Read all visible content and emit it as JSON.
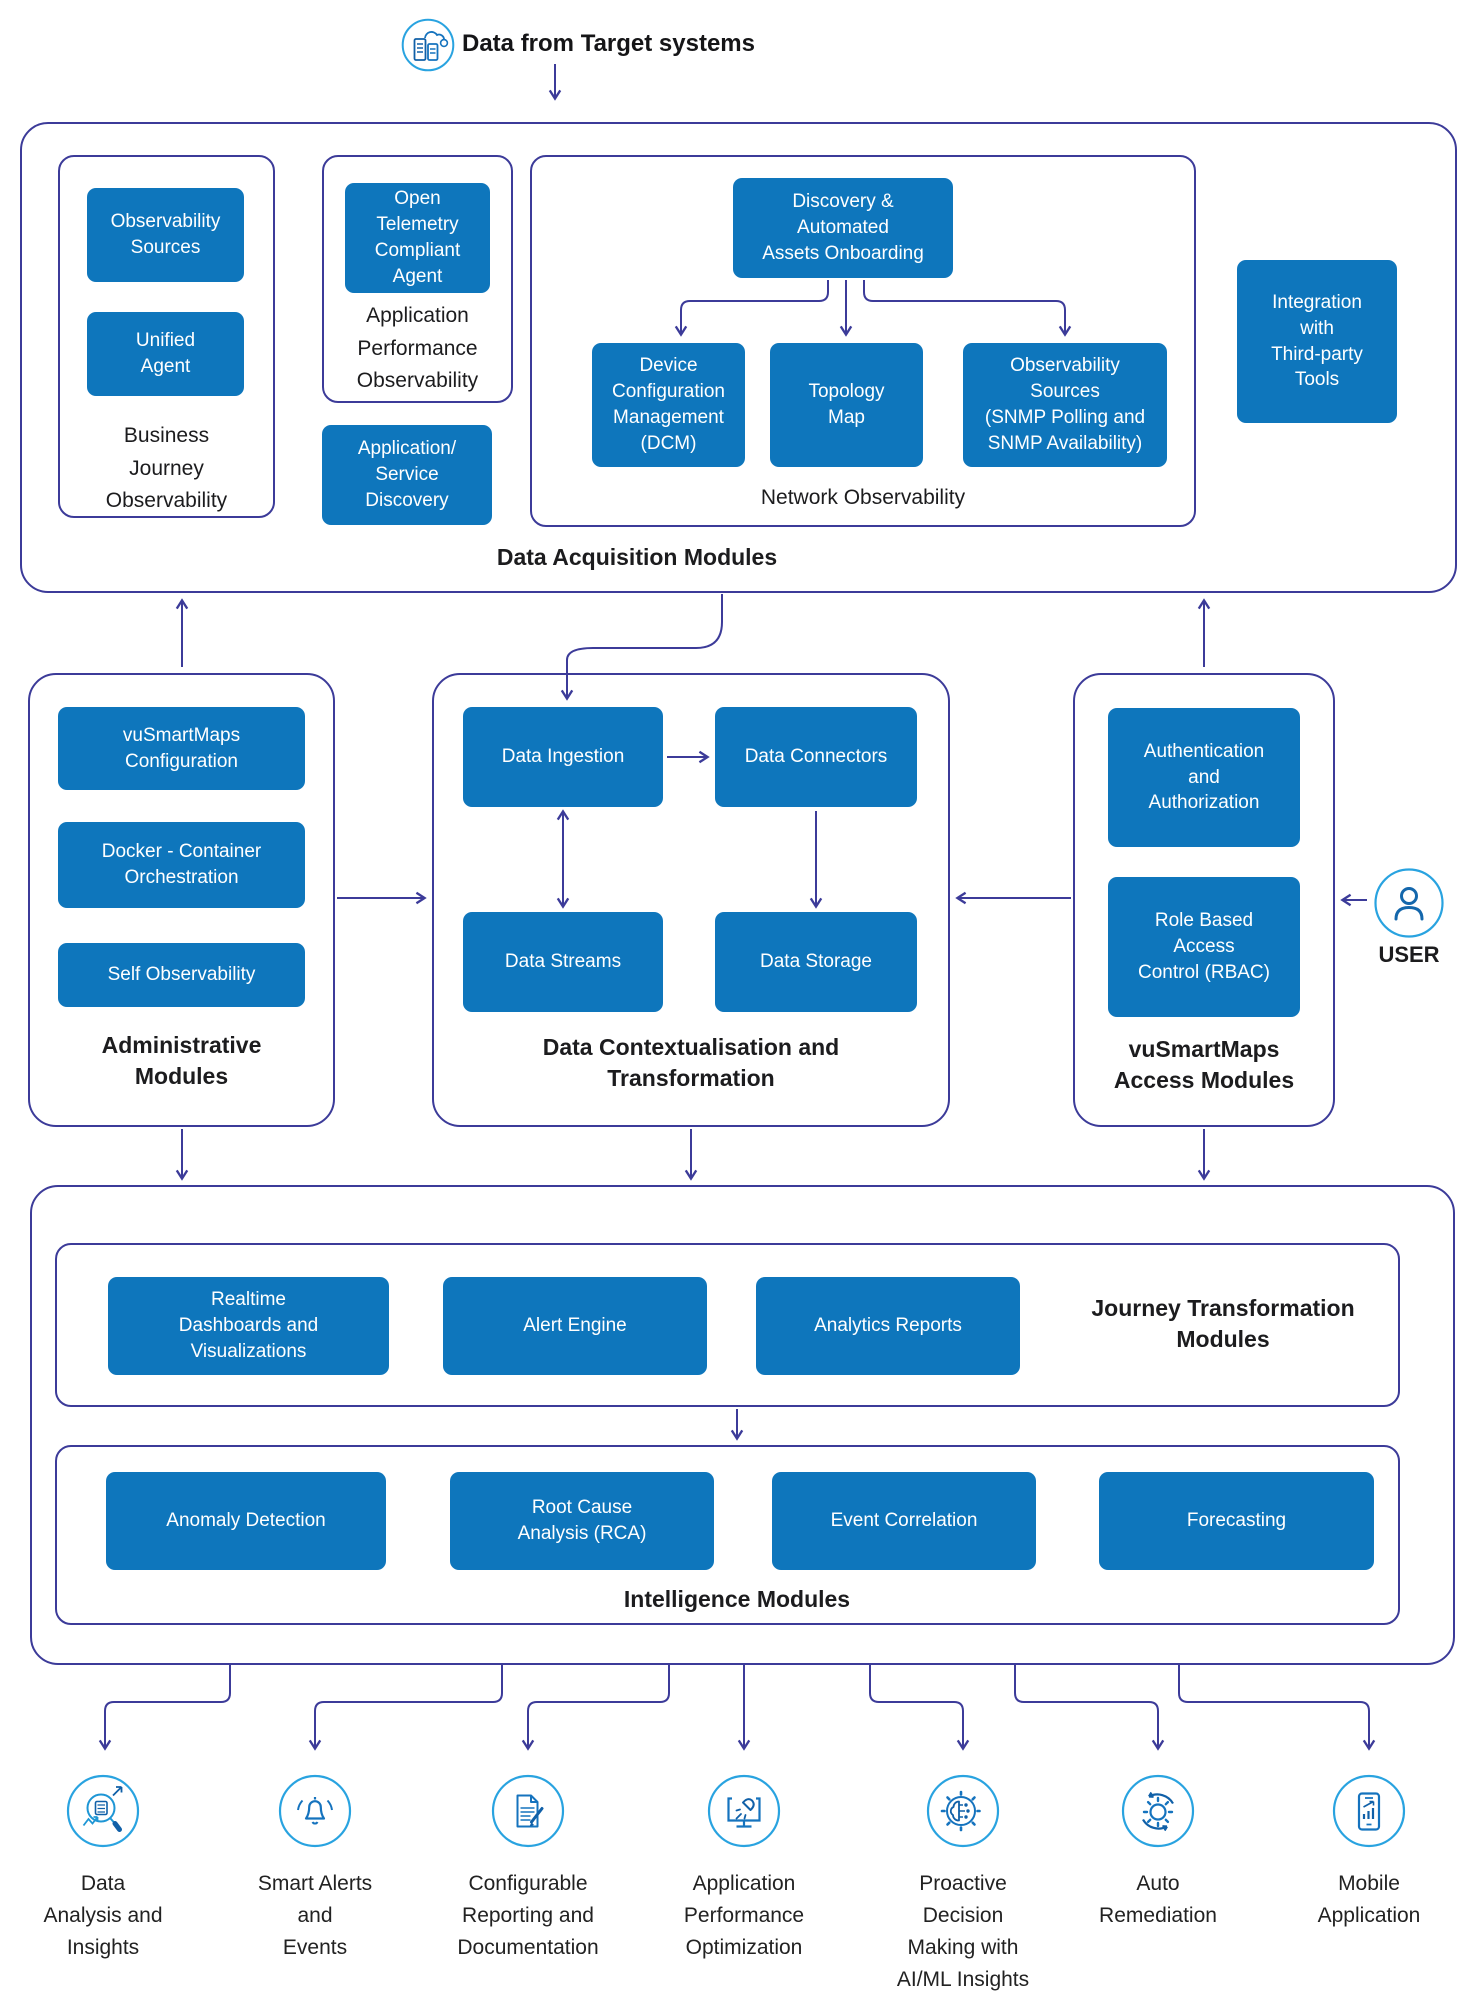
{
  "colors": {
    "module_fill": "#0E76BC",
    "wire": "#3C3B99",
    "icon_ring": "#29A3E0",
    "icon_glyph": "#1573BE",
    "text_dark": "#1C1C1E"
  },
  "header": {
    "title": "Data from Target systems"
  },
  "data_acquisition": {
    "title": "Data Acquisition Modules",
    "business_journey": {
      "label": "Business\nJourney\nObservability",
      "modules": [
        "Observability\nSources",
        "Unified\nAgent"
      ]
    },
    "application_performance": {
      "label": "Application\nPerformance\nObservability",
      "modules": [
        "Open\nTelemetry\nCompliant\nAgent"
      ]
    },
    "application_service_discovery": "Application/\nService\nDiscovery",
    "network_observability": {
      "label": "Network Observability",
      "parent": "Discovery &\nAutomated\nAssets Onboarding",
      "children": [
        "Device\nConfiguration\nManagement\n(DCM)",
        "Topology\nMap",
        "Observability\nSources\n(SNMP Polling and\nSNMP Availability)"
      ]
    },
    "integration": "Integration\nwith\nThird-party\nTools"
  },
  "administrative": {
    "title": "Administrative\nModules",
    "modules": [
      "vuSmartMaps\nConfiguration",
      "Docker - Container\nOrchestration",
      "Self Observability"
    ]
  },
  "contextualisation": {
    "title": "Data Contextualisation and\nTransformation",
    "modules": [
      "Data Ingestion",
      "Data Connectors",
      "Data Streams",
      "Data Storage"
    ]
  },
  "access": {
    "title": "vuSmartMaps\nAccess Modules",
    "modules": [
      "Authentication\nand\nAuthorization",
      "Role Based\nAccess\nControl (RBAC)"
    ],
    "user_label": "USER"
  },
  "journey_transformation": {
    "title": "Journey Transformation\nModules",
    "modules": [
      "Realtime\nDashboards and\nVisualizations",
      "Alert Engine",
      "Analytics Reports"
    ]
  },
  "intelligence": {
    "title": "Intelligence Modules",
    "modules": [
      "Anomaly Detection",
      "Root Cause\nAnalysis (RCA)",
      "Event Correlation",
      "Forecasting"
    ]
  },
  "outputs": [
    {
      "icon": "data-analysis-icon",
      "label": "Data\nAnalysis and\nInsights"
    },
    {
      "icon": "smart-alerts-icon",
      "label": "Smart Alerts\nand\nEvents"
    },
    {
      "icon": "reporting-icon",
      "label": "Configurable\nReporting and\nDocumentation"
    },
    {
      "icon": "performance-icon",
      "label": "Application\nPerformance\nOptimization"
    },
    {
      "icon": "ai-decision-icon",
      "label": "Proactive\nDecision\nMaking with\nAI/ML Insights"
    },
    {
      "icon": "auto-remediation-icon",
      "label": "Auto\nRemediation"
    },
    {
      "icon": "mobile-app-icon",
      "label": "Mobile\nApplication"
    }
  ]
}
